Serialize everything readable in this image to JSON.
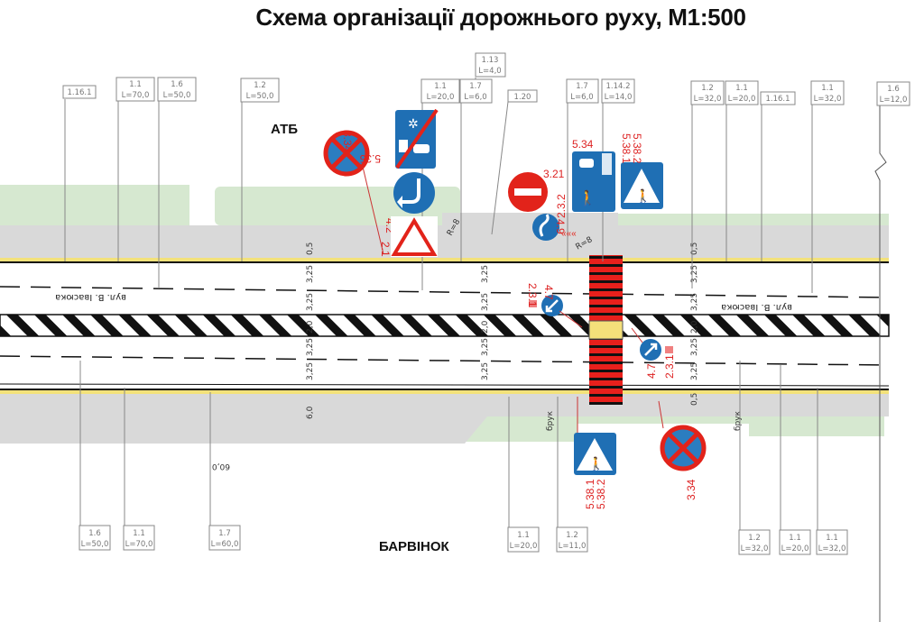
{
  "title": "Схема організації дорожнього руху, М1:500",
  "places": {
    "top": "АТБ",
    "bottom": "БАРВІНОК"
  },
  "street": {
    "left": "вул. В. Івасюка",
    "right": "вул. В. Івасюка"
  },
  "colors": {
    "sidewalk": "#d9d9d9",
    "green": "#d6e8d0",
    "crosswalk": "#e8201c",
    "sign_blue": "#1f6fb4",
    "sign_red": "#e2231a",
    "label_red": "#d22"
  },
  "markings_top": [
    {
      "code": "1.16.1",
      "length": ""
    },
    {
      "code": "1.1",
      "length": "L=70,0"
    },
    {
      "code": "1.6",
      "length": "L=50,0"
    },
    {
      "code": "1.2",
      "length": "L=50,0"
    },
    {
      "code": "1.1",
      "length": "L=20,0"
    },
    {
      "code": "1.7",
      "length": "L=6,0"
    },
    {
      "code": "1.13",
      "length": "L=4,0"
    },
    {
      "code": "1.20",
      "length": ""
    },
    {
      "code": "1.7",
      "length": "L=6,0"
    },
    {
      "code": "1.14.2",
      "length": "L=14,0"
    },
    {
      "code": "1.2",
      "length": "L=32,0"
    },
    {
      "code": "1.1",
      "length": "L=20,0"
    },
    {
      "code": "1.16.1",
      "length": ""
    },
    {
      "code": "1.1",
      "length": "L=32,0"
    },
    {
      "code": "1.6",
      "length": "L=12,0"
    }
  ],
  "markings_bottom": [
    {
      "code": "1.6",
      "length": "L=50,0"
    },
    {
      "code": "1.1",
      "length": "L=70,0"
    },
    {
      "code": "1.7",
      "length": "L=60,0"
    },
    {
      "code": "1.1",
      "length": "L=20,0"
    },
    {
      "code": "1.2",
      "length": "L=11,0"
    },
    {
      "code": "1.2",
      "length": "L=32,0"
    },
    {
      "code": "1.1",
      "length": "L=20,0"
    },
    {
      "code": "1.1",
      "length": "L=32,0"
    }
  ],
  "lane_widths": [
    "0,5",
    "3,25",
    "3,25",
    "2,0",
    "3,25",
    "3,25",
    "0,5"
  ],
  "sidewalk_width": "6,0",
  "dimension_bottom": "60,0",
  "paving_label": "брук",
  "radius_labels": [
    "R=8",
    "R=8"
  ],
  "signs": [
    {
      "code": "3.34",
      "type": "no-stopping"
    },
    {
      "code": "5.35",
      "type": "end-of-residential-zone"
    },
    {
      "code": "4.2",
      "type": "keep-left"
    },
    {
      "code": "2.1",
      "type": "give-way"
    },
    {
      "code": "3.21",
      "type": "no-entry"
    },
    {
      "code": "4.9",
      "type": "roundabout-detour"
    },
    {
      "code": "2.3.2",
      "type": "chevron-plate"
    },
    {
      "code": "5.34",
      "type": "residential-zone"
    },
    {
      "code": "5.38.1",
      "type": "pedestrian-crossing"
    },
    {
      "code": "5.38.2",
      "type": "pedestrian-crossing"
    },
    {
      "code": "4.7",
      "type": "pass-right"
    },
    {
      "code": "2.3.1",
      "type": "chevron-plate"
    },
    {
      "code": "4.7",
      "type": "pass-right"
    },
    {
      "code": "2.3.1",
      "type": "chevron-plate"
    },
    {
      "code": "5.38.1",
      "type": "pedestrian-crossing"
    },
    {
      "code": "5.38.2",
      "type": "pedestrian-crossing"
    },
    {
      "code": "3.34",
      "type": "no-stopping"
    }
  ]
}
